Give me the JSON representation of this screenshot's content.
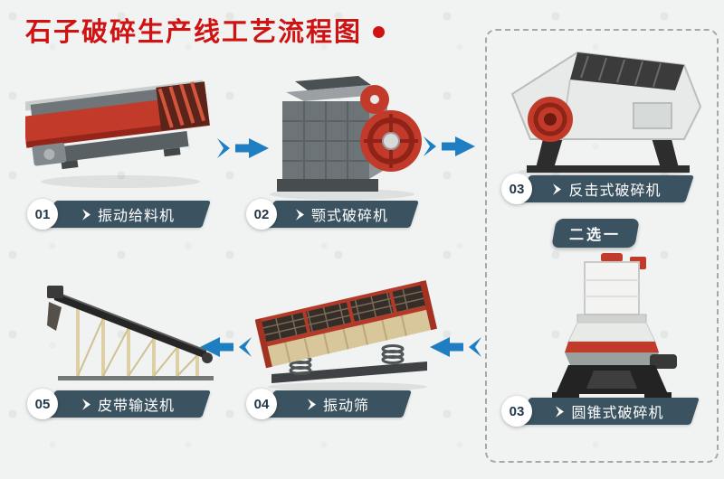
{
  "title": {
    "text": "石子破碎生产线工艺流程图"
  },
  "choice": {
    "badge": "二选一"
  },
  "steps": {
    "feeder": {
      "num": "01",
      "label": "振动给料机"
    },
    "jaw": {
      "num": "02",
      "label": "颚式破碎机"
    },
    "impact": {
      "num": "03",
      "label": "反击式破碎机"
    },
    "cone": {
      "num": "03",
      "label": "圆锥式破碎机"
    },
    "screen": {
      "num": "04",
      "label": "振动筛"
    },
    "belt": {
      "num": "05",
      "label": "皮带输送机"
    }
  },
  "flow": {
    "sequence": [
      "振动给料机",
      "颚式破碎机",
      "反击式破碎机 / 圆锥式破碎机 (二选一)",
      "振动筛",
      "皮带输送机"
    ]
  },
  "icons": {
    "ribbon_chevron": "chevron-right",
    "title_dot": "red-dot"
  },
  "colors": {
    "title_red": "#cf1313",
    "ribbon_slate": "#3b5360",
    "arrow_blue": "#1e7ec1",
    "machine_red": "#c23b2a",
    "bg": "#f1f3f2"
  }
}
